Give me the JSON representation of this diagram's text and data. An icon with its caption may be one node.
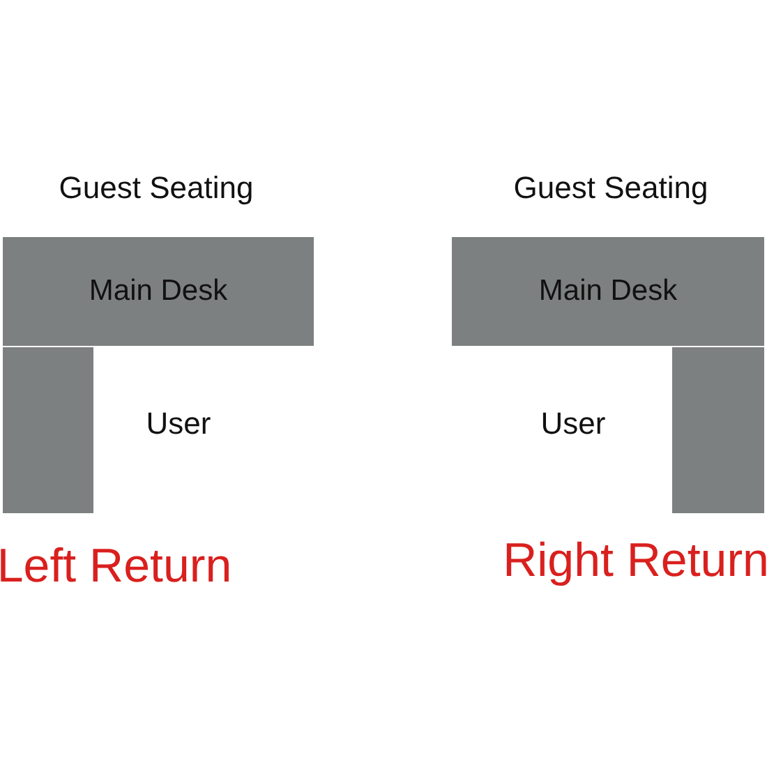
{
  "diagram": {
    "nodes": [
      {
        "text": [
          "Main Desk"
        ]
      },
      {
        "text": [
          "Main Desk"
        ]
      },
      {
        "text": [],
        "shape": "box"
      },
      {
        "text": [],
        "shape": "box"
      }
    ],
    "labels": [
      "Guest Seating",
      "Guest Seating",
      "User",
      "User",
      "Left Return",
      "Right Return"
    ]
  }
}
